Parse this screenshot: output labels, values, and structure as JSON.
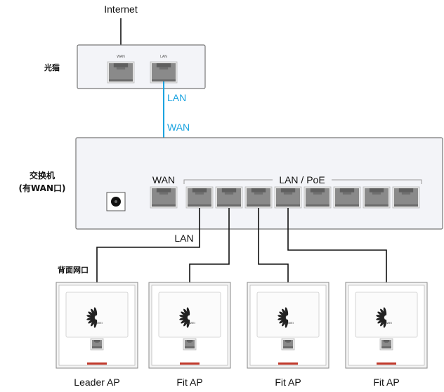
{
  "internet_label": "Internet",
  "modem": {
    "label": "光猫",
    "port_labels": [
      "WAN",
      "LAN"
    ]
  },
  "link_labels": {
    "modem_side": "LAN",
    "switch_side": "WAN"
  },
  "switch": {
    "label_line1": "交换机",
    "label_line2": "(有WAN口)",
    "wan_label": "WAN",
    "lan_group_label": "LAN / PoE",
    "lan_port_count": 8
  },
  "downlink_label": "LAN",
  "rear_port_label": "背面网口",
  "brand_text": "HUAWEI",
  "aps": [
    {
      "label": "Leader AP"
    },
    {
      "label": "Fit AP"
    },
    {
      "label": "Fit AP"
    },
    {
      "label": "Fit AP"
    }
  ],
  "colors": {
    "uplink": "#1aa3e0",
    "cable": "#111111",
    "device_fill": "#f3f4f8",
    "port_fill": "#8a8a8a",
    "led_red": "#c0392b"
  }
}
